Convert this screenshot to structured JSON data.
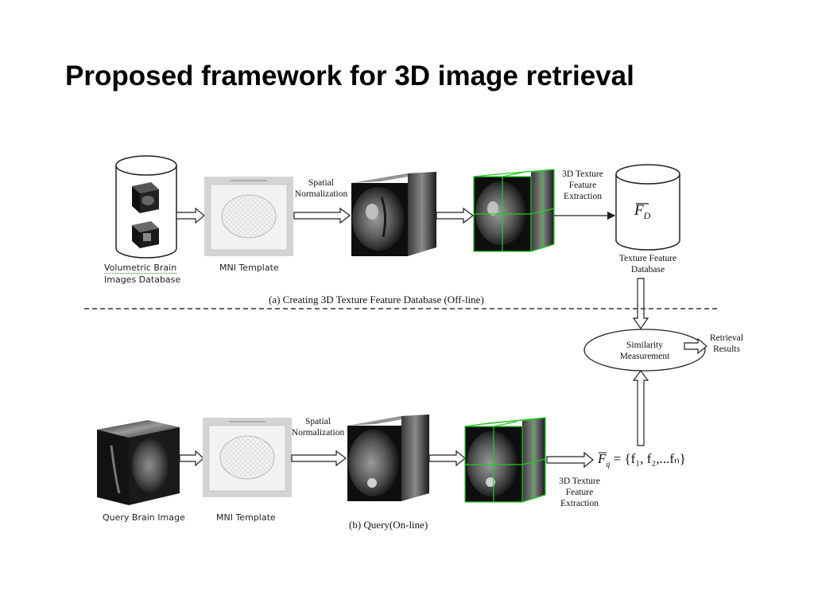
{
  "title": "Proposed framework for 3D image retrieval",
  "labels": {
    "volumetric_db_line1": "Volumetric  Brain",
    "volumetric_db_line2": "Images Database",
    "mni_template_top": "MNI Template",
    "spatial_norm_top_1": "Spatial",
    "spatial_norm_top_2": "Normalization",
    "texture_extract_top_1": "3D Texture",
    "texture_extract_top_2": "Feature",
    "texture_extract_top_3": "Extraction",
    "texture_db_1": "Texture Feature",
    "texture_db_2": "Database",
    "caption_a": "(a)   Creating 3D Texture Feature Database (Off-line)",
    "similarity_1": "Similarity",
    "similarity_2": "Measurement",
    "retrieval_1": "Retrieval",
    "retrieval_2": "Results",
    "query_brain": "Query Brain Image",
    "mni_template_bottom": "MNI Template",
    "spatial_norm_bot_1": "Spatial",
    "spatial_norm_bot_2": "Normalization",
    "texture_extract_bot_1": "3D Texture",
    "texture_extract_bot_2": "Feature",
    "texture_extract_bot_3": "Extraction",
    "caption_b": "(b)   Query(On-line)",
    "feature_db_symbol": "F",
    "feature_db_sub": "D",
    "feature_query_formula": "= {f₁, f₂,...fₙ}",
    "feature_query_symbol": "F",
    "feature_query_sub": "q"
  },
  "colors": {
    "grid_green": "#22cc22",
    "text": "#111111",
    "arrow": "#222222"
  }
}
